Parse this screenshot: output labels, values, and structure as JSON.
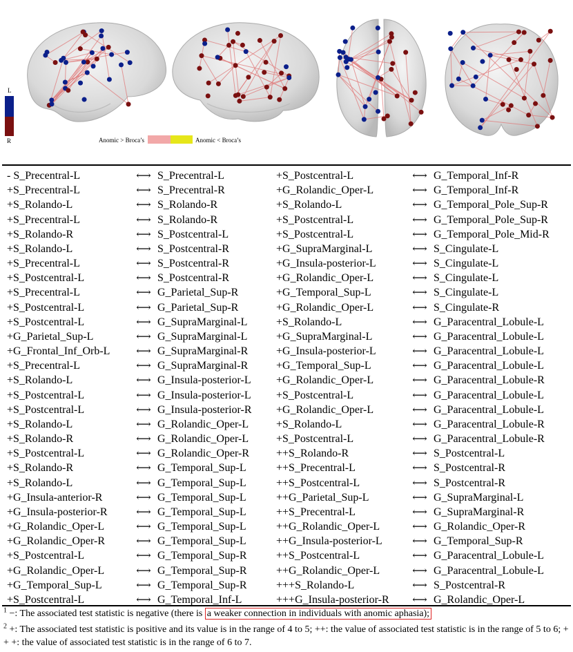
{
  "figure": {
    "side_bar": {
      "top_label": "L",
      "bottom_label": "R",
      "top_color": "#0b1f8a",
      "bottom_color": "#7a1010"
    },
    "legend": {
      "left_label": "Anomic > Broca’s",
      "right_label": "Anomic < Broca’s",
      "left_color": "#f2a8a8",
      "right_color": "#e6e61a"
    },
    "node_colors": {
      "left": "#0b1f8a",
      "right": "#7a1010",
      "edge": "#e07a7a"
    }
  },
  "rows": [
    [
      [
        "- S_Precentral-L",
        "S_Precentral-L"
      ],
      [
        "+S_Postcentral-L",
        "G_Temporal_Inf-R"
      ]
    ],
    [
      [
        "+S_Precentral-L",
        "S_Precentral-R"
      ],
      [
        "+G_Rolandic_Oper-L",
        "G_Temporal_Inf-R"
      ]
    ],
    [
      [
        "+S_Rolando-L",
        "S_Rolando-R"
      ],
      [
        "+S_Rolando-L",
        "G_Temporal_Pole_Sup-R"
      ]
    ],
    [
      [
        "+S_Precentral-L",
        "S_Rolando-R"
      ],
      [
        "+S_Postcentral-L",
        "G_Temporal_Pole_Sup-R"
      ]
    ],
    [
      [
        "+S_Rolando-R",
        "S_Postcentral-L"
      ],
      [
        "+S_Postcentral-L",
        "G_Temporal_Pole_Mid-R"
      ]
    ],
    [
      [
        "+S_Rolando-L",
        "S_Postcentral-R"
      ],
      [
        "+G_SupraMarginal-L",
        "S_Cingulate-L"
      ]
    ],
    [
      [
        "+S_Precentral-L",
        "S_Postcentral-R"
      ],
      [
        "+G_Insula-posterior-L",
        "S_Cingulate-L"
      ]
    ],
    [
      [
        "+S_Postcentral-L",
        "S_Postcentral-R"
      ],
      [
        "+G_Rolandic_Oper-L",
        "S_Cingulate-L"
      ]
    ],
    [
      [
        "+S_Precentral-L",
        "G_Parietal_Sup-R"
      ],
      [
        "+G_Temporal_Sup-L",
        "S_Cingulate-L"
      ]
    ],
    [
      [
        "+S_Postcentral-L",
        "G_Parietal_Sup-R"
      ],
      [
        "+G_Rolandic_Oper-L",
        "S_Cingulate-R"
      ]
    ],
    [
      [
        "+S_Postcentral-L",
        "G_SupraMarginal-L"
      ],
      [
        "+S_Rolando-L",
        "G_Paracentral_Lobule-L"
      ]
    ],
    [
      [
        "+G_Parietal_Sup-L",
        "G_SupraMarginal-L"
      ],
      [
        "+G_SupraMarginal-L",
        "G_Paracentral_Lobule-L"
      ]
    ],
    [
      [
        "+G_Frontal_Inf_Orb-L",
        "G_SupraMarginal-R"
      ],
      [
        "+G_Insula-posterior-L",
        "G_Paracentral_Lobule-L"
      ]
    ],
    [
      [
        "+S_Precentral-L",
        "G_SupraMarginal-R"
      ],
      [
        "+G_Temporal_Sup-L",
        "G_Paracentral_Lobule-L"
      ]
    ],
    [
      [
        "+S_Rolando-L",
        "G_Insula-posterior-L"
      ],
      [
        "+G_Rolandic_Oper-L",
        "G_Paracentral_Lobule-R"
      ]
    ],
    [
      [
        "+S_Postcentral-L",
        "G_Insula-posterior-L"
      ],
      [
        "+S_Postcentral-L",
        "G_Paracentral_Lobule-L"
      ]
    ],
    [
      [
        "+S_Postcentral-L",
        "G_Insula-posterior-R"
      ],
      [
        "+G_Rolandic_Oper-L",
        "G_Paracentral_Lobule-L"
      ]
    ],
    [
      [
        "+S_Rolando-L",
        "G_Rolandic_Oper-L"
      ],
      [
        "+S_Rolando-L",
        "G_Paracentral_Lobule-R"
      ]
    ],
    [
      [
        "+S_Rolando-R",
        "G_Rolandic_Oper-L"
      ],
      [
        "+S_Postcentral-L",
        "G_Paracentral_Lobule-R"
      ]
    ],
    [
      [
        "+S_Postcentral-L",
        "G_Rolandic_Oper-R"
      ],
      [
        "++S_Rolando-R",
        "S_Postcentral-L"
      ]
    ],
    [
      [
        "+S_Rolando-R",
        "G_Temporal_Sup-L"
      ],
      [
        "++S_Precentral-L",
        "S_Postcentral-R"
      ]
    ],
    [
      [
        "+S_Rolando-L",
        "G_Temporal_Sup-L"
      ],
      [
        "++S_Postcentral-L",
        "S_Postcentral-R"
      ]
    ],
    [
      [
        "+G_Insula-anterior-R",
        "G_Temporal_Sup-L"
      ],
      [
        "++G_Parietal_Sup-L",
        "G_SupraMarginal-L"
      ]
    ],
    [
      [
        "+G_Insula-posterior-R",
        "G_Temporal_Sup-L"
      ],
      [
        "++S_Precentral-L",
        "G_SupraMarginal-R"
      ]
    ],
    [
      [
        "+G_Rolandic_Oper-L",
        "G_Temporal_Sup-L"
      ],
      [
        "++G_Rolandic_Oper-L",
        "G_Rolandic_Oper-R"
      ]
    ],
    [
      [
        "+G_Rolandic_Oper-R",
        "G_Temporal_Sup-L"
      ],
      [
        "++G_Insula-posterior-L",
        "G_Temporal_Sup-R"
      ]
    ],
    [
      [
        "+S_Postcentral-L",
        "G_Temporal_Sup-R"
      ],
      [
        "++S_Postcentral-L",
        "G_Paracentral_Lobule-L"
      ]
    ],
    [
      [
        "+G_Rolandic_Oper-L",
        "G_Temporal_Sup-R"
      ],
      [
        "++G_Rolandic_Oper-L",
        "G_Paracentral_Lobule-L"
      ]
    ],
    [
      [
        "+G_Temporal_Sup-L",
        "G_Temporal_Sup-R"
      ],
      [
        "+++S_Rolando-L",
        "S_Postcentral-R"
      ]
    ],
    [
      [
        "+S_Postcentral-L",
        "G_Temporal_Inf-L"
      ],
      [
        "+++G_Insula-posterior-R",
        "G_Rolandic_Oper-L"
      ]
    ]
  ],
  "arrow_symbol": "⟷",
  "footnotes": {
    "fn1_mark": "1",
    "fn1_text": " −: The associated test statistic is negative (there is ",
    "fn1_highlight": "a weaker connection in individuals with anomic aphasia);",
    "fn2_mark": "2",
    "fn2_text": " +: The associated test statistic is positive and its value is in the range of 4 to 5; ++: the value of associated test statistic is in the range of 5 to 6; + + +: the value of associated test statistic is in the range of 6 to 7."
  }
}
